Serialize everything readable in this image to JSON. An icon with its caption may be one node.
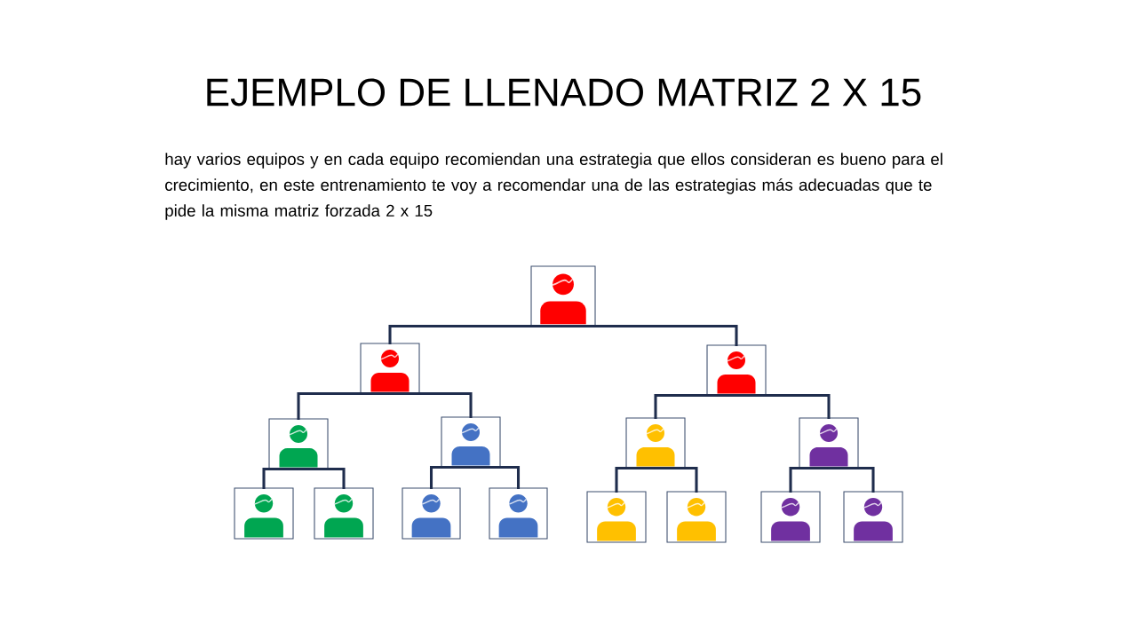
{
  "diagram": {
    "title": "EJEMPLO DE LLENADO MATRIZ 2 X 15",
    "nodes": [
      {
        "text": [],
        "shape": "person"
      },
      {
        "text": [],
        "shape": "person"
      },
      {
        "text": [],
        "shape": "person"
      },
      {
        "text": [],
        "shape": "person"
      },
      {
        "text": [],
        "shape": "person"
      },
      {
        "text": [],
        "shape": "person"
      },
      {
        "text": [],
        "shape": "person"
      },
      {
        "text": [],
        "shape": "person"
      },
      {
        "text": [],
        "shape": "person"
      },
      {
        "text": [],
        "shape": "person"
      },
      {
        "text": [],
        "shape": "person"
      },
      {
        "text": [],
        "shape": "person"
      },
      {
        "text": [],
        "shape": "person"
      },
      {
        "text": [],
        "shape": "person"
      },
      {
        "text": [],
        "shape": "person"
      }
    ],
    "edges": [
      {
        "from": 0,
        "to": 1,
        "arrow": "none"
      },
      {
        "from": 0,
        "to": 2,
        "arrow": "none"
      },
      {
        "from": 1,
        "to": 3,
        "arrow": "none"
      },
      {
        "from": 1,
        "to": 4,
        "arrow": "none"
      },
      {
        "from": 2,
        "to": 5,
        "arrow": "none"
      },
      {
        "from": 2,
        "to": 6,
        "arrow": "none"
      },
      {
        "from": 3,
        "to": 7,
        "arrow": "none"
      },
      {
        "from": 3,
        "to": 8,
        "arrow": "none"
      },
      {
        "from": 4,
        "to": 9,
        "arrow": "none"
      },
      {
        "from": 4,
        "to": 10,
        "arrow": "none"
      },
      {
        "from": 5,
        "to": 11,
        "arrow": "none"
      },
      {
        "from": 5,
        "to": 12,
        "arrow": "none"
      },
      {
        "from": 6,
        "to": 13,
        "arrow": "none"
      },
      {
        "from": 6,
        "to": 14,
        "arrow": "none"
      }
    ],
    "labels": [
      "hay varios equipos y en cada equipo recomiendan una estrategia que ellos consideran es bueno para el crecimiento, en este entrenamiento te voy a recomendar una de las estrategias más adecuadas que te pide la misma matriz forzada 2 x 15"
    ]
  }
}
